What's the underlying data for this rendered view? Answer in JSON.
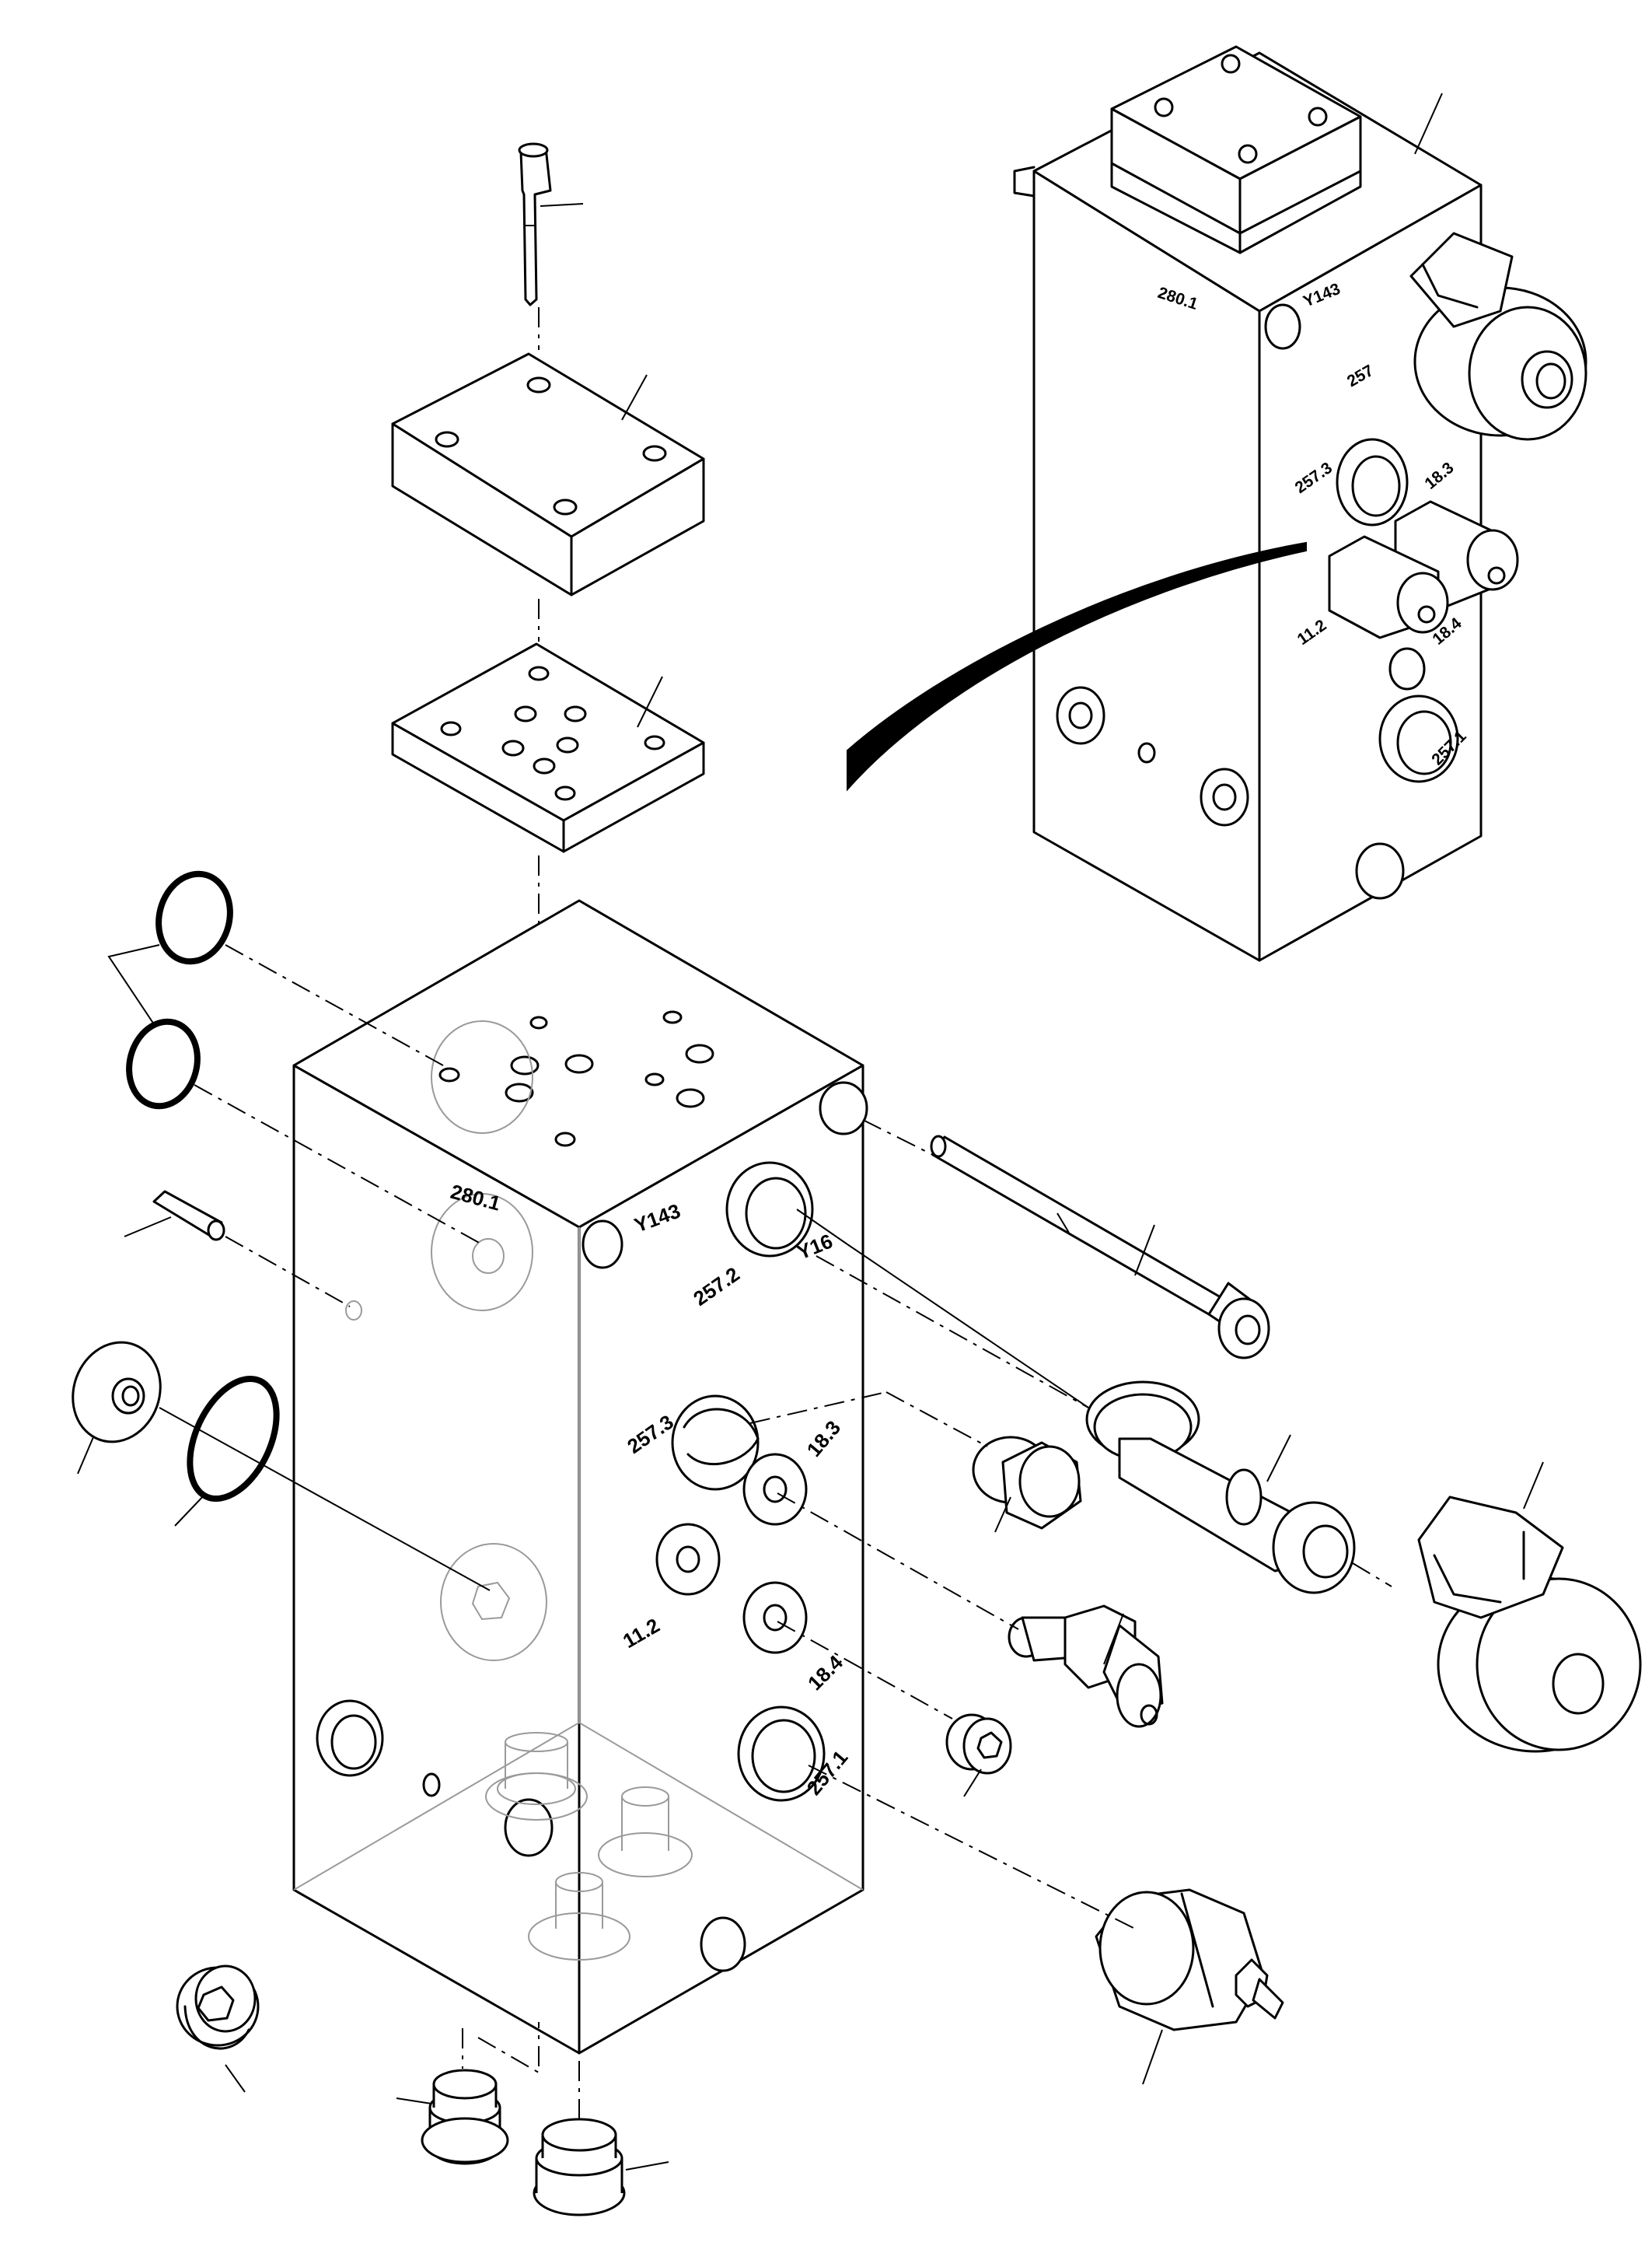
{
  "labels": {
    "block_280_1": "280.1",
    "block_y143": "Y143",
    "block_y16": "Y16",
    "block_257_2": "257.2",
    "block_257_3": "257.3",
    "block_18_3": "18.3",
    "block_11_2": "11.2",
    "block_18_4": "18.4",
    "block_257_1": "257.1",
    "inset_280_1": "280.1",
    "inset_y143": "Y143",
    "inset_257_partial": "257",
    "inset_257_3": "257.3",
    "inset_18_3": "18.3",
    "inset_11_2": "11.2",
    "inset_18_4": "18.4",
    "inset_257_1": "257.1"
  }
}
